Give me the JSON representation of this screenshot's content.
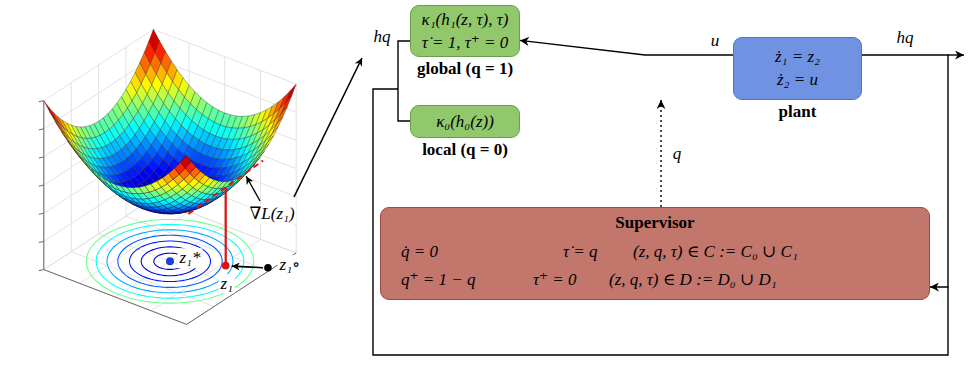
{
  "diagram": {
    "nodes": [
      {
        "text": [
          "κ₁(h₁(z, τ), τ)",
          "τ̇ = 1, τ⁺ = 0",
          "global (q = 1)"
        ]
      },
      {
        "text": [
          "κ₀(h₀(z))",
          "local (q = 0)"
        ]
      },
      {
        "text": [
          "ż₁ = z₂",
          "ż₂ = u",
          "plant"
        ]
      },
      {
        "text": [
          "Supervisor",
          "q̇ = 0",
          "τ̇ = q",
          "(z, q, τ) ∈ C := C₀ ∪ C₁",
          "q⁺ = 1 − q",
          "τ⁺ = 0",
          "(z, q, τ) ∈ D := D₀ ∪ D₁"
        ]
      }
    ],
    "edges": [
      {
        "from": 2,
        "to": 0,
        "label": "u",
        "arrow": "to"
      },
      {
        "from": 2,
        "to": 3,
        "arrow": "to"
      }
    ],
    "labels": [
      "hq",
      "hq",
      "q",
      "z₁*",
      "z₁",
      "z₁∘",
      "∇L(z₁)"
    ]
  }
}
